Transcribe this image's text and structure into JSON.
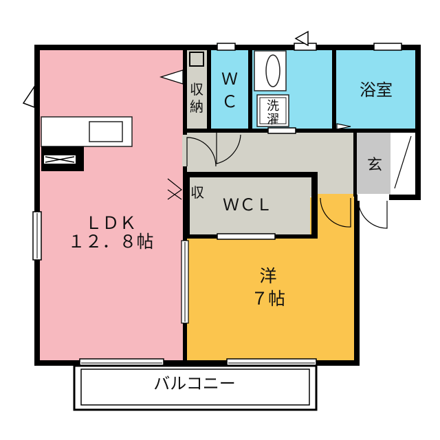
{
  "colors": {
    "ldk": "#f7b9bf",
    "western": "#fbc54e",
    "wet": "#8fe0f2",
    "storage": "#d3d2c8",
    "entrance": "#c8c8c8",
    "wall": "#000000",
    "background": "#ffffff"
  },
  "rooms": {
    "ldk": {
      "name": "ＬＤＫ",
      "size": "１２．８帖"
    },
    "western": {
      "name": "洋",
      "size": "７帖"
    },
    "bath": {
      "name": "浴室"
    },
    "wc": {
      "line1": "Ｗ",
      "line2": "Ｃ"
    },
    "washroom": {
      "line1": "洗",
      "line2": "濯"
    },
    "storage_top": {
      "line1": "収",
      "line2": "納"
    },
    "storage_mid": {
      "name": "収"
    },
    "wcl": {
      "name": "ＷＣＬ"
    },
    "entrance": {
      "name": "玄"
    }
  },
  "balcony": {
    "name": "バルコニー"
  }
}
